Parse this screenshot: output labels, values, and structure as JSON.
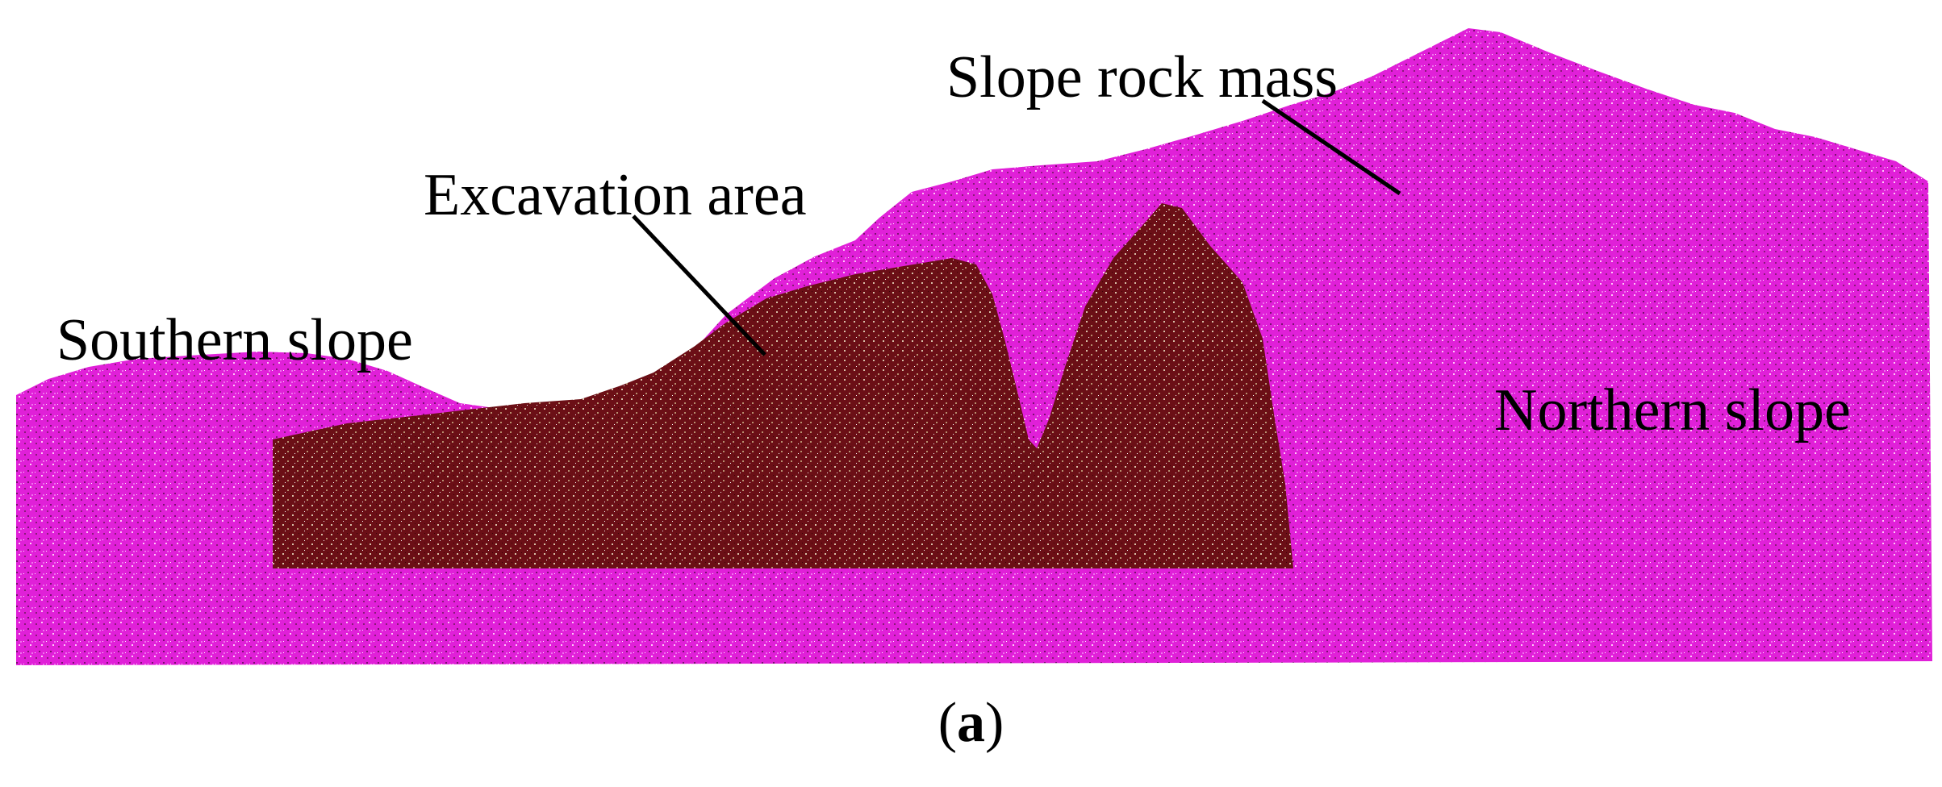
{
  "figure": {
    "labels": {
      "slope_rock_mass": "Slope rock mass",
      "excavation_area": "Excavation area",
      "southern_slope": "Southern slope",
      "northern_slope": "Northern slope"
    },
    "caption": {
      "open": "(",
      "letter": "a",
      "close": ")"
    }
  },
  "colors": {
    "rock_mass": "#e020d8",
    "rock_mass_dark": "#8a1a78",
    "excavation": "#6b0f16",
    "excavation_speckle": "#d8c0a8",
    "rock_speckle": "#ffc8f8"
  }
}
